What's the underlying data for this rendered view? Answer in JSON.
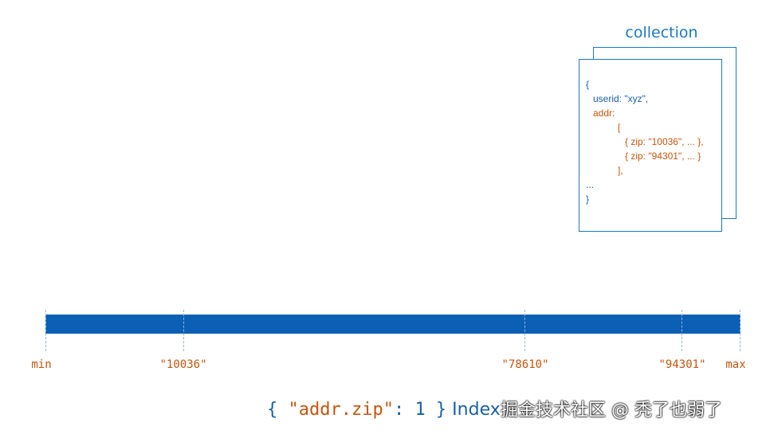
{
  "collection": {
    "title": "collection",
    "document_lines": [
      "{",
      "userid: \"xyz\",",
      "addr:",
      "[",
      "{ zip: \"10036\", ... },",
      "{ zip: \"94301\", ... }",
      "],",
      "...",
      "}"
    ]
  },
  "index": {
    "markers": [
      {
        "label": "min",
        "value": "min"
      },
      {
        "label": "\"10036\"",
        "value": "10036"
      },
      {
        "label": "\"78610\"",
        "value": "78610"
      },
      {
        "label": "\"94301\"",
        "value": "94301"
      },
      {
        "label": "max",
        "value": "max"
      }
    ],
    "spec_open": "{ ",
    "spec_key": "\"addr.zip\"",
    "spec_rest": ": 1 }",
    "spec_word": " Index"
  },
  "watermark": "掘金技术社区 @ 秃了也弱了",
  "colors": {
    "accent_blue": "#1a78c2",
    "bar_blue": "#0b5fb5",
    "label_orange": "#c8540f"
  }
}
